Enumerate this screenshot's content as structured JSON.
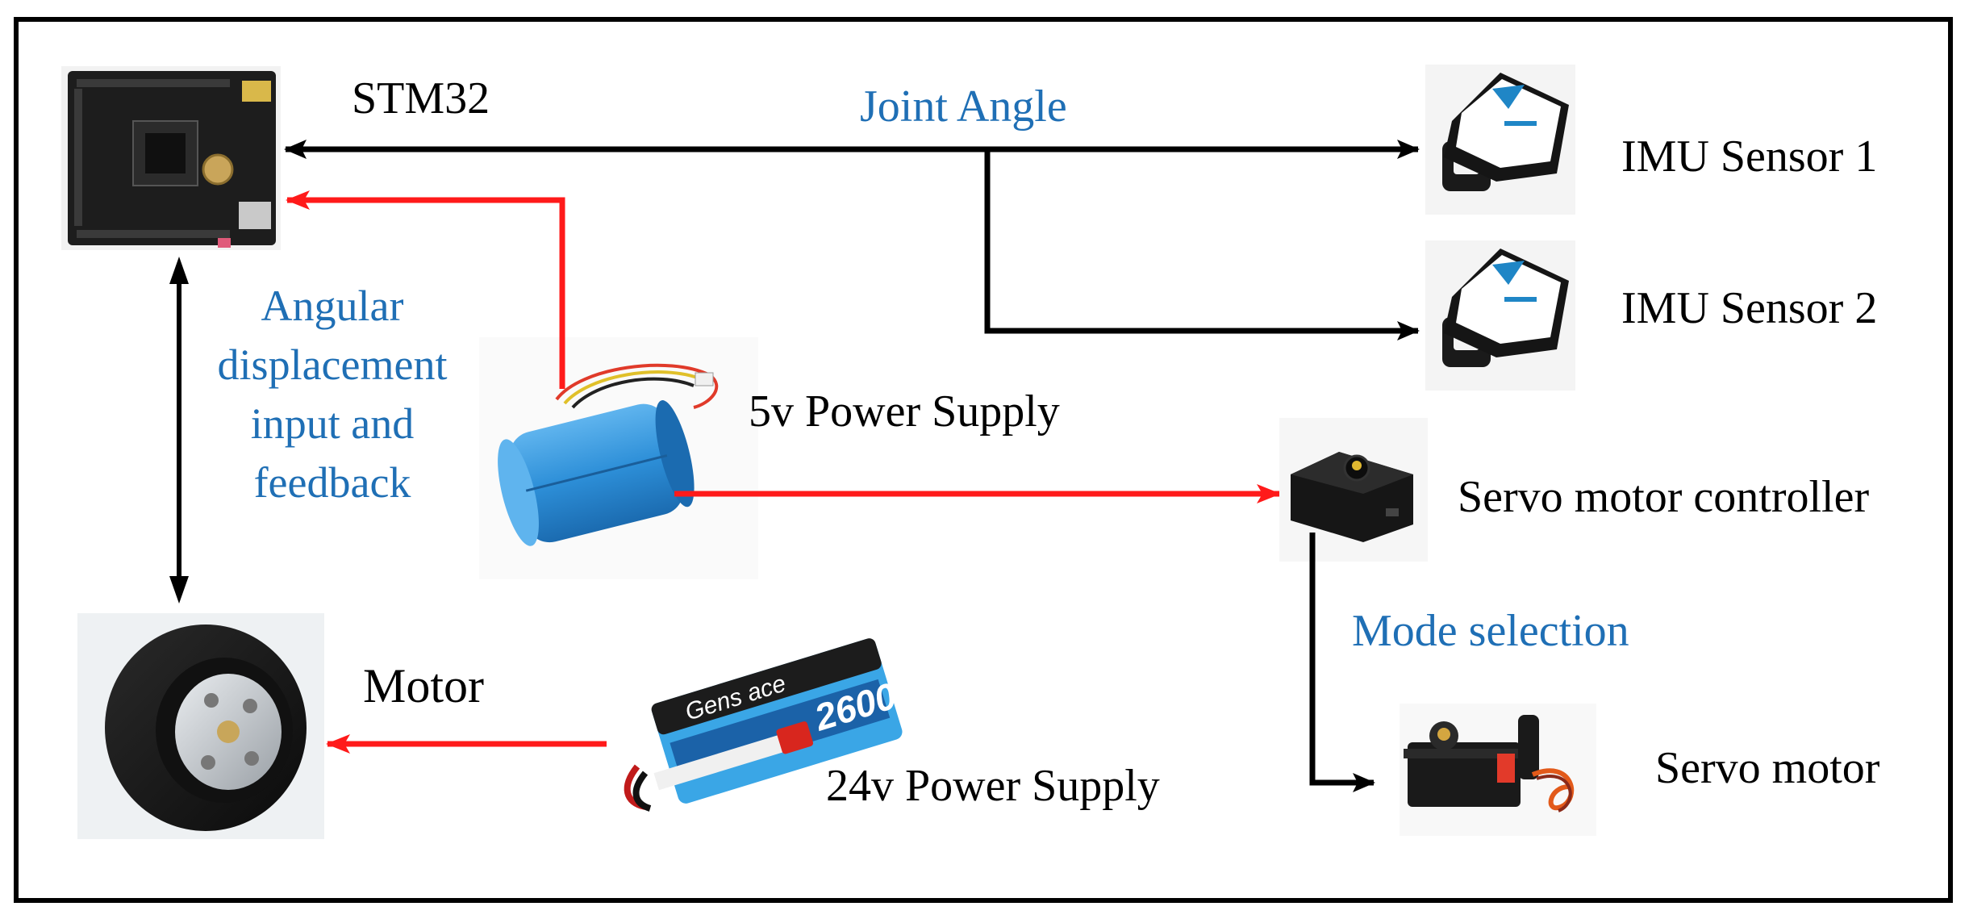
{
  "labels": {
    "stm32": "STM32",
    "joint_angle": "Joint Angle",
    "imu1": "IMU Sensor 1",
    "imu2": "IMU Sensor 2",
    "angular_line1": "Angular",
    "angular_line2": "displacement",
    "angular_line3": "input and",
    "angular_line4": "feedback",
    "power5v": "5v Power Supply",
    "servo_controller": "Servo motor controller",
    "mode_selection": "Mode selection",
    "motor": "Motor",
    "power24v": "24v Power Supply",
    "servo_motor": "Servo motor"
  },
  "battery_print": {
    "brand": "Gens ace",
    "capacity": "2600"
  },
  "colors": {
    "blue_label": "#1f6fb5",
    "data_arrow": "#000000",
    "power_arrow": "#ff1a1a",
    "imu_blue": "#1f86c6",
    "battery_blue": "#2d8fd8",
    "lipo_blue": "#3aa6e6",
    "motor_gray": "#b9bdc2",
    "servo_red": "#e23a2a"
  }
}
